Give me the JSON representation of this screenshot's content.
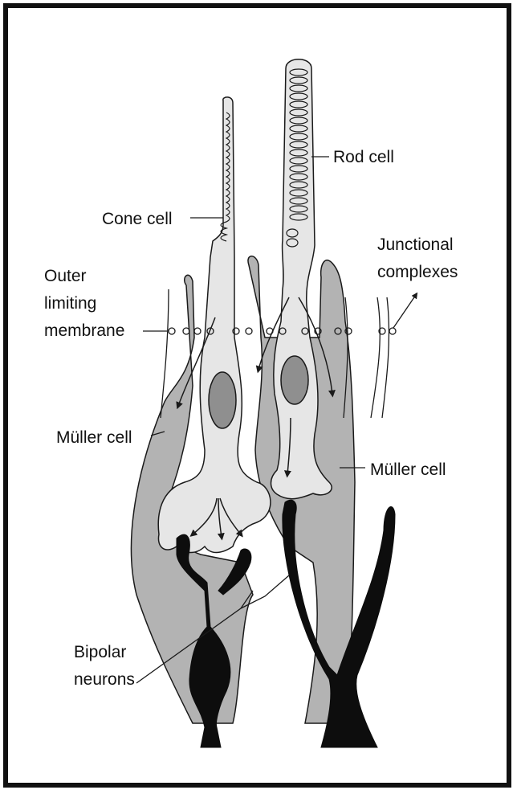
{
  "labels": {
    "cone_cell": "Cone cell",
    "rod_cell": "Rod cell",
    "junctional_line1": "Junctional",
    "junctional_line2": "complexes",
    "outer_line1": "Outer",
    "outer_line2": "limiting",
    "outer_line3": "membrane",
    "muller_left": "Müller cell",
    "muller_right": "Müller cell",
    "bipolar_line1": "Bipolar",
    "bipolar_line2": "neurons"
  },
  "colors": {
    "border": "#111111",
    "muller_fill": "#b3b3b3",
    "cell_fill": "#e6e6e6",
    "nucleus_fill": "#8f8f8f",
    "neuron_fill": "#0d0d0d",
    "stroke": "#1a1a1a"
  }
}
